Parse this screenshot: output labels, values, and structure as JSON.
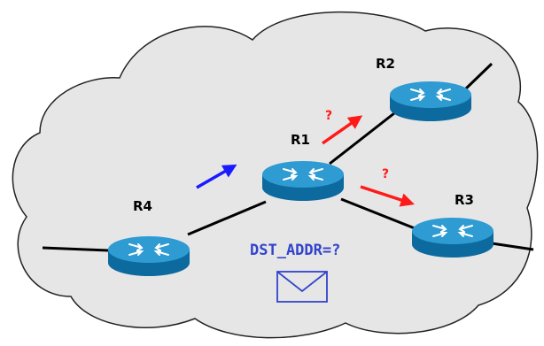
{
  "routers": [
    {
      "id": "R1",
      "label": "R1"
    },
    {
      "id": "R2",
      "label": "R2"
    },
    {
      "id": "R3",
      "label": "R3"
    },
    {
      "id": "R4",
      "label": "R4"
    }
  ],
  "question_marks": [
    "?",
    "?"
  ],
  "packet": {
    "text": "DST_ADDR=?",
    "icon": "envelope-icon"
  },
  "colors": {
    "cloud_fill": "#e6e6e6",
    "cloud_stroke": "#222222",
    "router_top": "#2e9bd2",
    "router_side": "#0d6a9e",
    "incoming_arrow": "#1a1aff",
    "outgoing_arrow": "#ff1a1a",
    "packet_text": "#3344cc"
  }
}
